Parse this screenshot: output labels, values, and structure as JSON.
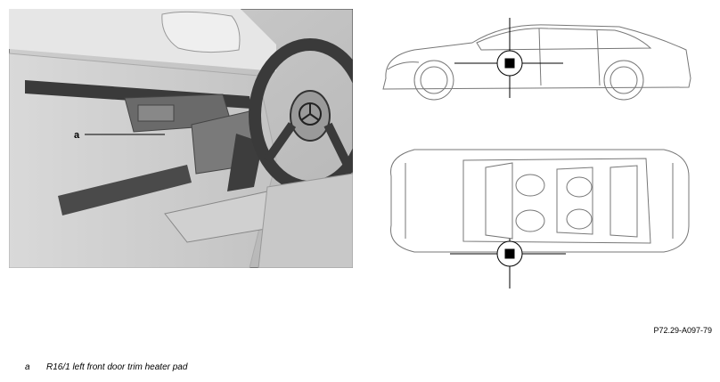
{
  "callout": {
    "label": "a"
  },
  "figure_code": "P72.29-A097-79",
  "legend": [
    {
      "key": "a",
      "text": "R16/1 left front door trim heater pad"
    }
  ]
}
